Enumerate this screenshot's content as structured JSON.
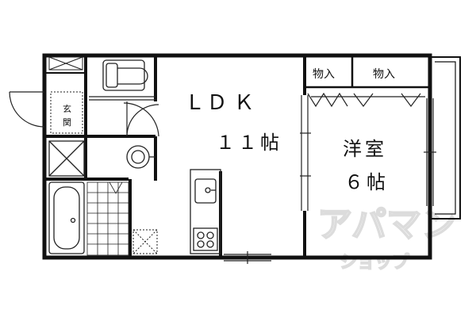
{
  "rooms": {
    "ldk_name": "LＤＫ",
    "ldk_size": "１１帖",
    "western_name": "洋室",
    "western_size": "６帖",
    "closet_left": "物入",
    "closet_right": "物入",
    "entrance_line1": "玄",
    "entrance_line2": "関"
  },
  "watermark": {
    "line1": "アパマン",
    "line2": "ショップ"
  },
  "colors": {
    "wall": "#111111",
    "line": "#222222",
    "watermark": "#dcdcdc"
  }
}
